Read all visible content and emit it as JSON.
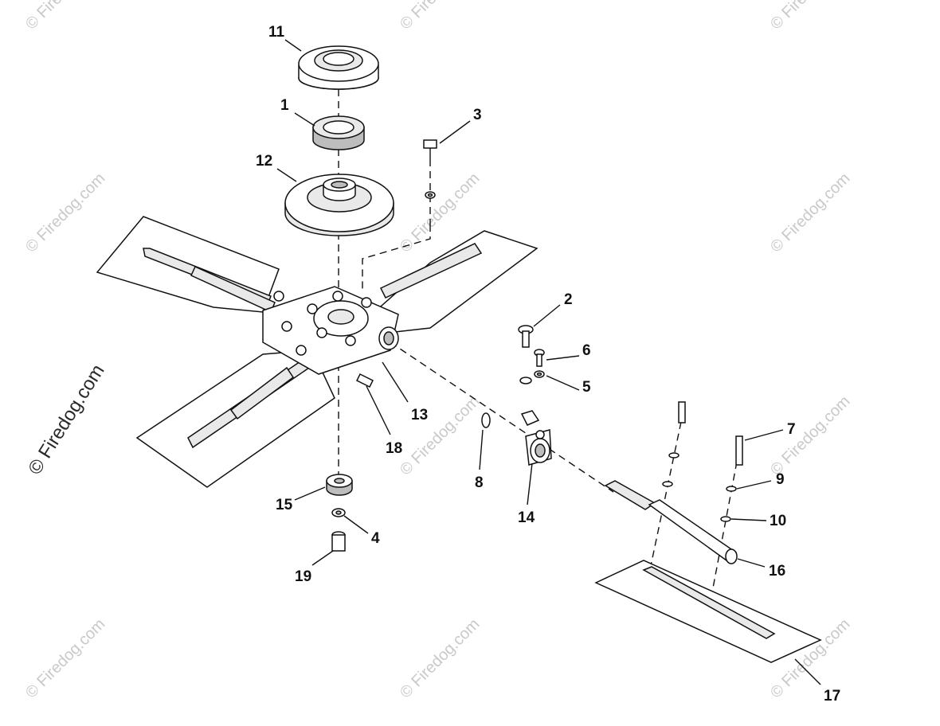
{
  "watermark": {
    "text": "© Firedog.com",
    "side_text": "© Firedog.com"
  },
  "callouts": [
    {
      "id": "c11",
      "label": "11",
      "part": "spindle-pulley-top"
    },
    {
      "id": "c1",
      "label": "1",
      "part": "bearing"
    },
    {
      "id": "c12",
      "label": "12",
      "part": "spindle-pulley"
    },
    {
      "id": "c3",
      "label": "3",
      "part": "top-bolt"
    },
    {
      "id": "c2",
      "label": "2",
      "part": "carriage-bolt"
    },
    {
      "id": "c6",
      "label": "6",
      "part": "small-bolt"
    },
    {
      "id": "c5",
      "label": "5",
      "part": "lock-nut"
    },
    {
      "id": "c7",
      "label": "7",
      "part": "blade-bolt"
    },
    {
      "id": "c9",
      "label": "9",
      "part": "lock-washer"
    },
    {
      "id": "c10",
      "label": "10",
      "part": "nut"
    },
    {
      "id": "c16",
      "label": "16",
      "part": "blade-arm"
    },
    {
      "id": "c17",
      "label": "17",
      "part": "trowel-blade"
    },
    {
      "id": "c13",
      "label": "13",
      "part": "spider-hub"
    },
    {
      "id": "c18",
      "label": "18",
      "part": "grease-fitting"
    },
    {
      "id": "c8",
      "label": "8",
      "part": "o-ring"
    },
    {
      "id": "c14",
      "label": "14",
      "part": "arm-collar"
    },
    {
      "id": "c15",
      "label": "15",
      "part": "spacer"
    },
    {
      "id": "c4",
      "label": "4",
      "part": "washer"
    },
    {
      "id": "c19",
      "label": "19",
      "part": "cap-screw"
    }
  ]
}
